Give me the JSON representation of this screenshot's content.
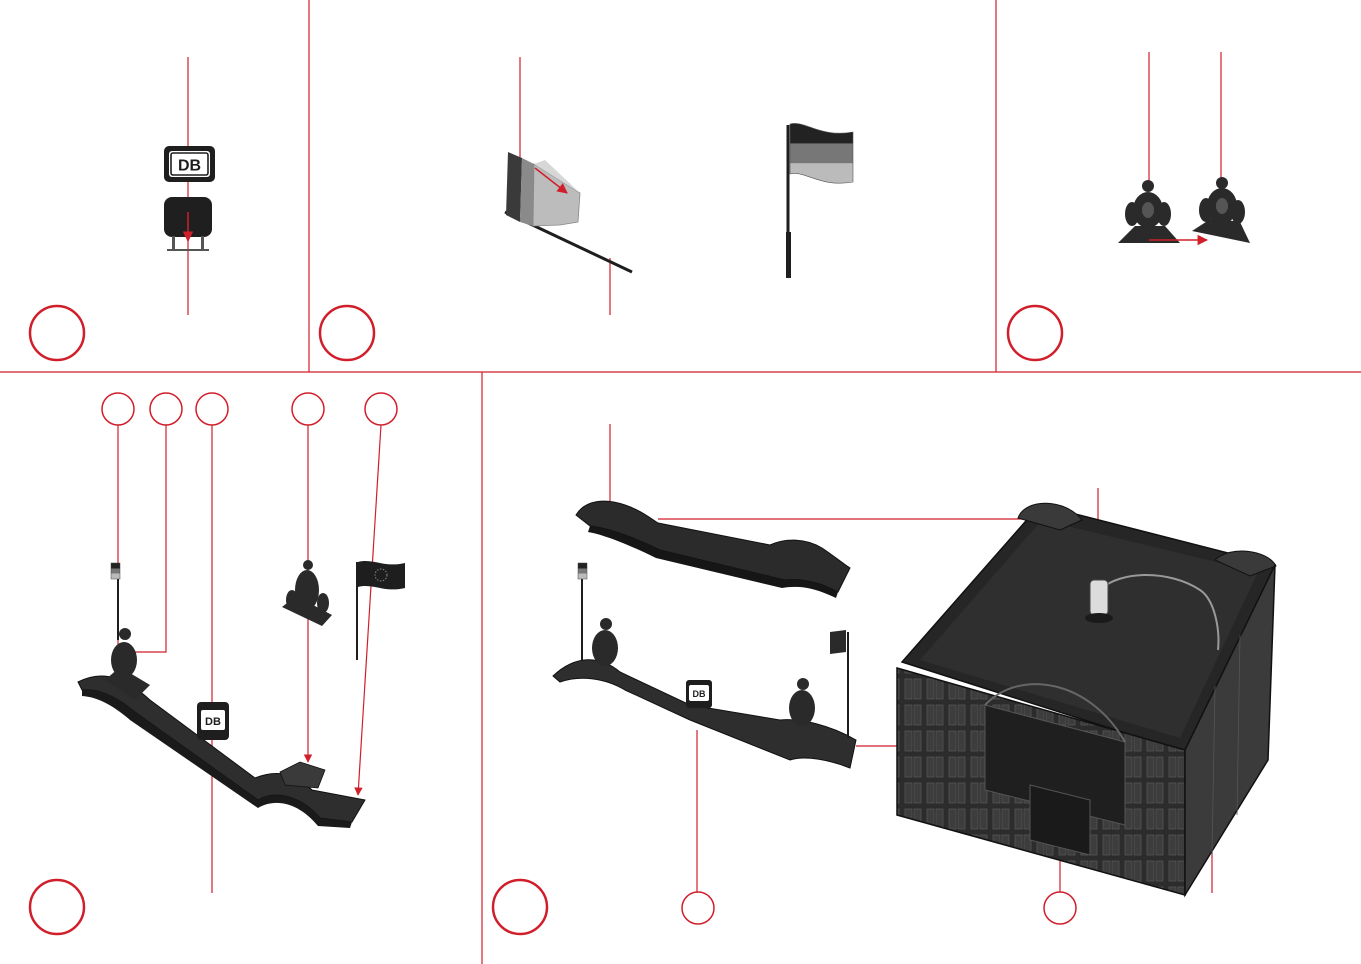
{
  "colors": {
    "accent": "#d01f2b",
    "part": "#2a2a2a",
    "part_light": "#555555",
    "background": "#ffffff"
  },
  "logo": {
    "text": "DB"
  },
  "icons": [
    "db-logo-icon",
    "flag-icon",
    "european-flag-icon",
    "statue-icon",
    "station-building-icon"
  ],
  "steps": [
    {
      "panel": "top-left",
      "content": "db-sign-assembly"
    },
    {
      "panel": "top-middle",
      "content": "flag-assembly"
    },
    {
      "panel": "top-right",
      "content": "statue-assembly"
    },
    {
      "panel": "bottom-left",
      "content": "roof-crest-assembly"
    },
    {
      "panel": "bottom-right",
      "content": "station-building-assembly"
    }
  ]
}
